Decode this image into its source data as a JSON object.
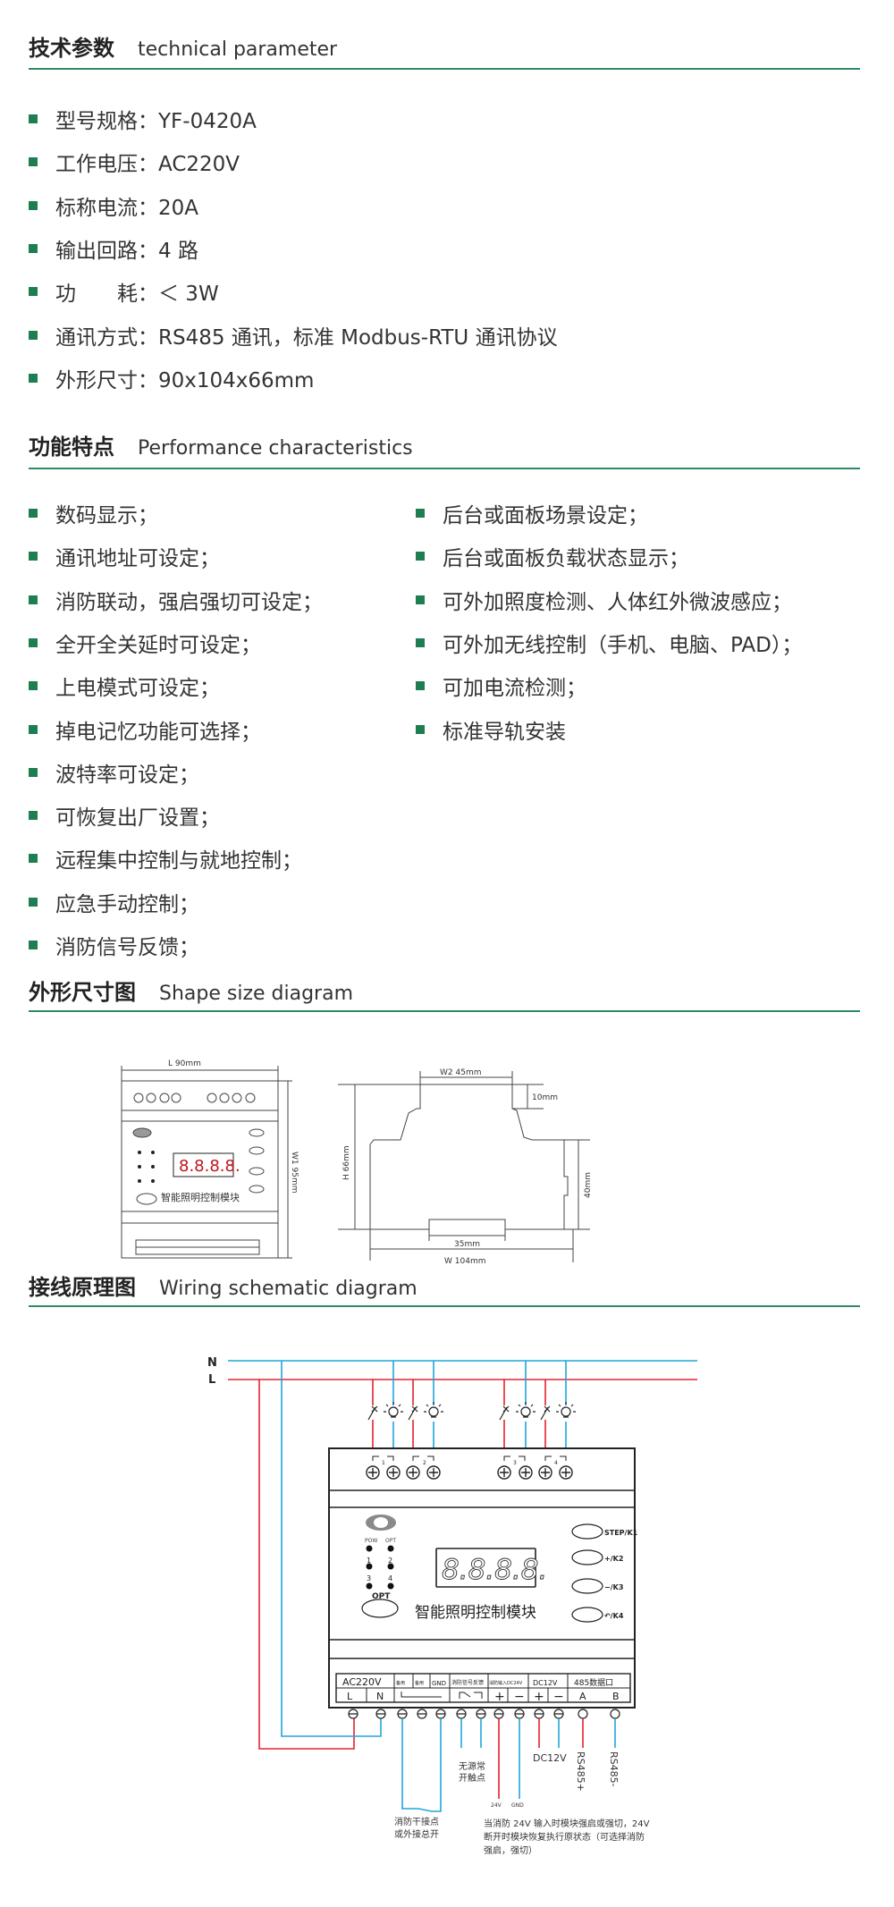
{
  "sections": {
    "tech": {
      "title_zh": "技术参数",
      "title_en": "technical parameter"
    },
    "perf": {
      "title_zh": "功能特点",
      "title_en": "Performance  characteristics"
    },
    "shape": {
      "title_zh": "外形尺寸图",
      "title_en": "Shape size diagram"
    },
    "wiring": {
      "title_zh": "接线原理图",
      "title_en": "Wiring schematic diagram"
    }
  },
  "tech_params": [
    "型号规格：YF-0420A",
    "工作电压：AC220V",
    "标称电流：20A",
    "输出回路：4 路",
    "功　　耗：＜ 3W",
    "通讯方式：RS485 通讯，标准 Modbus-RTU 通讯协议",
    "外形尺寸：90x104x66mm"
  ],
  "features_left": [
    "数码显示；",
    "通讯地址可设定；",
    "消防联动，强启强切可设定；",
    "全开全关延时可设定；",
    "上电模式可设定；",
    "掉电记忆功能可选择；",
    "波特率可设定；",
    "可恢复出厂设置；",
    "远程集中控制与就地控制；",
    "应急手动控制；",
    "消防信号反馈；"
  ],
  "features_right": [
    "后台或面板场景设定；",
    "后台或面板负载状态显示；",
    "可外加照度检测、人体红外微波感应；",
    "可外加无线控制（手机、电脑、PAD）；",
    "可加电流检测；",
    "标准导轨安装"
  ],
  "shape_diagram": {
    "front_width": "L   90mm",
    "front_height": "W1   95mm",
    "profile_w2": "W2  45mm",
    "profile_10": "10mm",
    "profile_h": "H   66mm",
    "profile_40": "40mm",
    "profile_35": "35mm",
    "profile_w": "W    104mm"
  },
  "module": {
    "name": "智能照明控制模块",
    "display": "8.8.8.8.",
    "led_pow": "POW",
    "led_opt": "OPT",
    "led_1": "1",
    "led_2": "2",
    "led_3": "3",
    "led_4": "4",
    "opt_button": "OPT",
    "buttons": [
      "STEP/K1",
      "+/K2",
      "−/K3",
      "↶/K4"
    ],
    "relay_nums": [
      "1",
      "2",
      "3",
      "4"
    ],
    "term_headers": {
      "ac": "AC220V",
      "spare1": "备用",
      "spare2": "备用",
      "gnd": "GND",
      "fire_fb": "消防信号反馈",
      "fire_in": "消防输入DC24V",
      "dc12": "DC12V",
      "rs485": "485数据口"
    },
    "term_sub": {
      "l": "L",
      "n": "N",
      "plus1": "+",
      "minus1": "−",
      "plus2": "+",
      "minus2": "−",
      "a": "A",
      "b": "B"
    }
  },
  "wiring": {
    "n_label": "N",
    "l_label": "L",
    "dry_contact": [
      "消防干接点",
      "或外接总开"
    ],
    "passive_contact": [
      "无源常",
      "开触点"
    ],
    "v24": "24V",
    "gnd": "GND",
    "dc12v": "DC12V",
    "rs485p": "RS485+",
    "rs485n": "RS485-",
    "note": [
      "当消防 24V 输入时模块强启或强切，24V",
      "断开时模块恢复执行原状态（可选择消防",
      "强启，强切）"
    ]
  },
  "colors": {
    "accent": "#2f8a62",
    "bullet": "#1f7d52",
    "live": "#e5222e",
    "neutral": "#1fa6dc"
  }
}
